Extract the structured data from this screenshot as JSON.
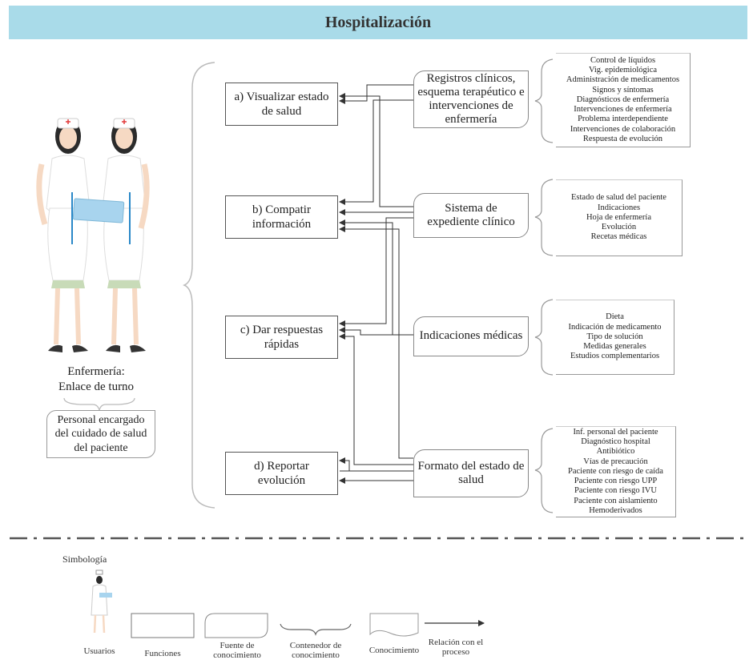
{
  "title": "Hospitalización",
  "functions": [
    {
      "id": "a",
      "label": "a) Visualizar estado de salud"
    },
    {
      "id": "b",
      "label": "b) Compatir información"
    },
    {
      "id": "c",
      "label": "c) Dar respuestas rápidas"
    },
    {
      "id": "d",
      "label": "d) Reportar evolución"
    }
  ],
  "sources": [
    {
      "label": "Registros clínicos, esquema terapéutico e intervenciones de enfermería"
    },
    {
      "label": "Sistema de expediente clínico"
    },
    {
      "label": "Indicaciones médicas"
    },
    {
      "label": "Formato del estado de salud"
    }
  ],
  "knowledge": [
    {
      "items": [
        "Control de líquidos",
        "Vig. epidemiológica",
        "Administración de medicamentos",
        "Signos y síntomas",
        "Diagnósticos de enfermería",
        "Intervenciones de enfermería",
        "Problema interdependiente",
        "Intervenciones de colaboración",
        "Respuesta de evolución"
      ]
    },
    {
      "items": [
        "Estado de salud del paciente",
        "Indicaciones",
        "Hoja de enfermería",
        "Evolución",
        "Recetas médicas"
      ]
    },
    {
      "items": [
        "Dieta",
        "Indicación de medicamento",
        "Tipo de solución",
        "Medidas generales",
        "Estudios complementarios"
      ]
    },
    {
      "items": [
        "Inf. personal del paciente",
        "Diagnóstico hospital",
        "Antibiótico",
        "Vías de precaución",
        "Paciente con riesgo de caída",
        "Paciente con riesgo UPP",
        "Paciente con riesgo IVU",
        "Paciente con aislamiento",
        "Hemoderivados"
      ]
    }
  ],
  "user": {
    "caption_line1": "Enfermería:",
    "caption_line2": "Enlace de turno",
    "note": "Personal encargado del cuidado de salud del paciente"
  },
  "legend": {
    "title": "Simbología",
    "users": "Usuarios",
    "functions": "Funciones",
    "source": "Fuente de conocimiento",
    "container": "Contenedor de conocimiento",
    "knowledge": "Conocimiento",
    "relation": "Relación con el proceso"
  },
  "colors": {
    "title_bar": "#a9dbe9",
    "uniform": "#ffffff",
    "skirt_trim": "#c8dbb8",
    "clipboard": "#a8d4ee",
    "hair": "#2b2b2b",
    "cross": "#e23a3a"
  }
}
